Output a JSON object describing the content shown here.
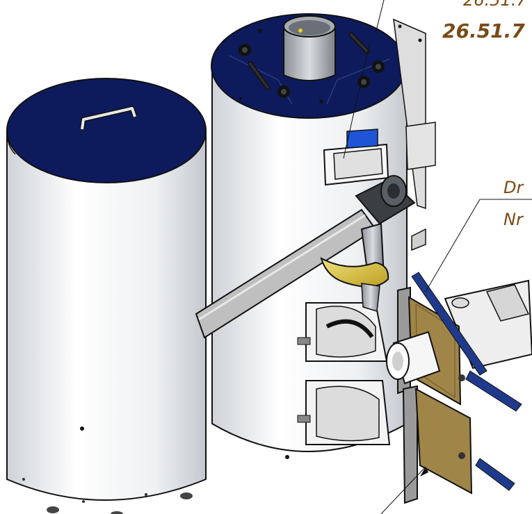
{
  "labels": {
    "code_top": "26.51.7",
    "code_second": "26.51.7",
    "dr": "Dr",
    "nr": "Nr"
  },
  "colors": {
    "lid": "#0d1b5c",
    "body": "#f2f2f2",
    "outline": "#111111",
    "label_text": "#7a4a16",
    "screen": "#1d55d6",
    "flex_hose": "#d8c23a",
    "burner_plate": "#a08548"
  }
}
